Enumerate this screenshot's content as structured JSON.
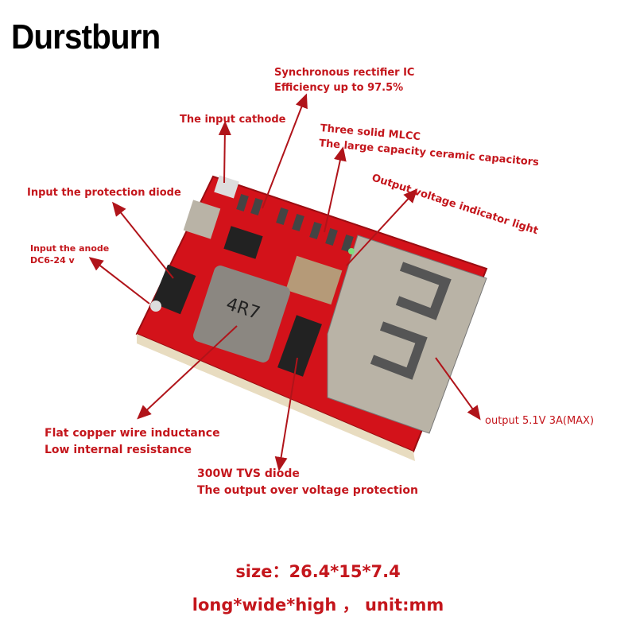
{
  "brand": "Durstburn",
  "colors": {
    "label": "#c4161c",
    "pcb": "#d3121a",
    "metal": "#b9b3a6"
  },
  "board": {
    "inductor_marking": "4R7"
  },
  "labels": {
    "ic": [
      "Synchronous rectifier IC",
      "Efficiency up to 97.5%"
    ],
    "cathode": "The input cathode",
    "mlcc": [
      "Three solid MLCC",
      "The large capacity ceramic capacitors"
    ],
    "indicator": "Output voltage indicator light",
    "diode": "Input the protection diode",
    "anode": [
      "Input the anode",
      "DC6-24 v"
    ],
    "output": "output 5.1V  3A(MAX)",
    "inductor": [
      "Flat copper wire inductance",
      "Low internal resistance"
    ],
    "tvs": [
      "300W TVS diode",
      "The output over voltage protection"
    ]
  },
  "size": {
    "line1": "size：26.4*15*7.4",
    "line2": "long*wide*high ， unit:mm"
  }
}
